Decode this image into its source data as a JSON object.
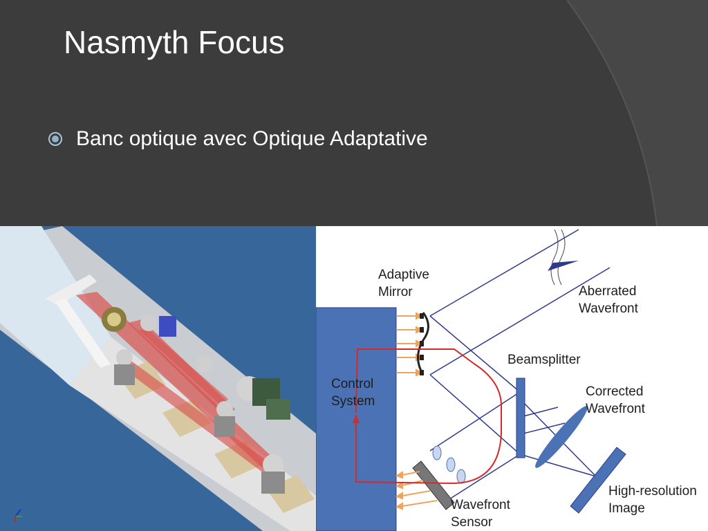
{
  "slide": {
    "title": "Nasmyth Focus",
    "bullet": "Banc optique avec Optique Adaptative"
  },
  "diagram": {
    "adaptive_mirror_line1": "Adaptive",
    "adaptive_mirror_line2": "Mirror",
    "aberrated_line1": "Aberrated",
    "aberrated_line2": "Wavefront",
    "beamsplitter": "Beamsplitter",
    "corrected_line1": "Corrected",
    "corrected_line2": "Wavefront",
    "control_line1": "Control",
    "control_line2": "System",
    "highres_line1": "High-resolution",
    "highres_line2": "Image",
    "wfs_line1": "Wavefront",
    "wfs_line2": "Sensor"
  },
  "colors": {
    "background": "#3c3c3c",
    "control_box": "#4a72b5",
    "laser": "#d9534f",
    "signal_red": "#d42a2a",
    "arrow_orange": "#f0a35a",
    "rays": "#2e3a8c"
  }
}
